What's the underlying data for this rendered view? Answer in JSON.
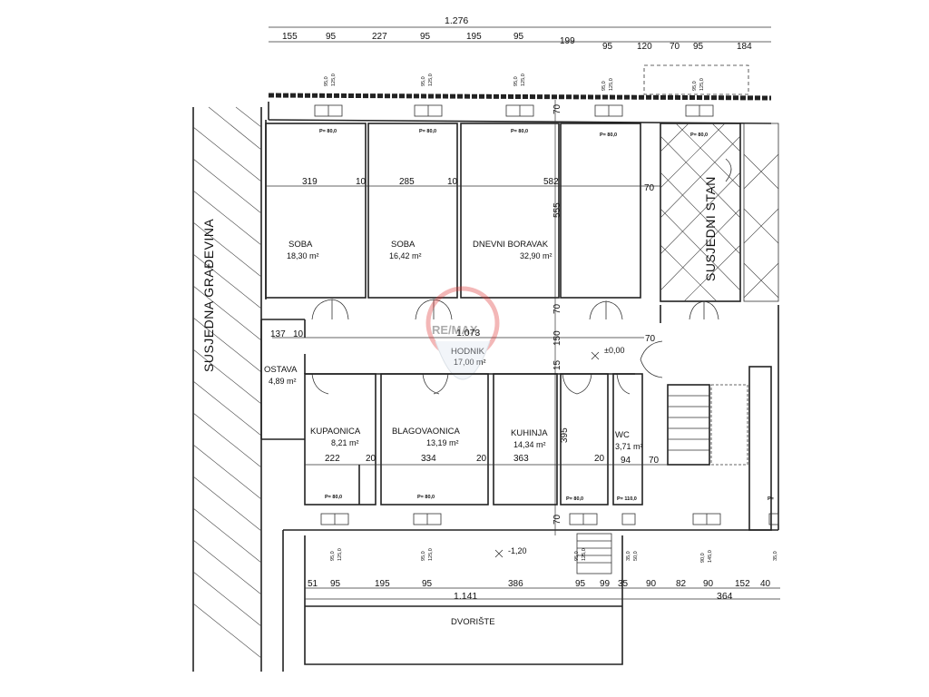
{
  "dimensions": {
    "top_total": "1.276",
    "top_segments": [
      "155",
      "95",
      "227",
      "95",
      "195",
      "95",
      "199",
      "95",
      "120",
      "70",
      "95",
      "184"
    ],
    "bottom_segments": [
      "51",
      "95",
      "195",
      "95",
      "386",
      "95",
      "99",
      "35",
      "90",
      "82",
      "90",
      "152",
      "40"
    ],
    "bottom_total_left": "1.141",
    "bottom_total_right": "364",
    "row_upper": [
      "319",
      "10",
      "285",
      "10",
      "582",
      "70"
    ],
    "row_lower": [
      "222",
      "20",
      "334",
      "20",
      "363",
      "20",
      "94",
      "70"
    ],
    "hall_left": "137",
    "hall_left_gap": "10",
    "hall_span": "1.073",
    "hall_right": "70",
    "vertical": [
      "70",
      "555",
      "70",
      "150",
      "15",
      "395",
      "70"
    ]
  },
  "window_tags": {
    "top_vertical": [
      "95,0",
      "125,0"
    ],
    "top_sill": "P= 80,0",
    "bottom_p_80": "P= 80,0",
    "bottom_p_110": "P= 110,0",
    "bottom_p_small": "P=",
    "bottom_v1": [
      "95,0",
      "125,0"
    ],
    "bottom_v2": [
      "35,0",
      "50,0"
    ],
    "bottom_v3": [
      "90,0",
      "145,0"
    ],
    "bottom_v4": "35,0"
  },
  "rooms": [
    {
      "name": "SOBA",
      "area": "18,30 m²"
    },
    {
      "name": "SOBA",
      "area": "16,42 m²"
    },
    {
      "name": "DNEVNI BORAVAK",
      "area": "32,90 m²"
    },
    {
      "name": "HODNIK",
      "area": "17,00 m²"
    },
    {
      "name": "OSTAVA",
      "area": "4,89 m²"
    },
    {
      "name": "KUPAONICA",
      "area": "8,21 m²"
    },
    {
      "name": "BLAGOVAONICA",
      "area": "13,19 m²"
    },
    {
      "name": "KUHINJA",
      "area": "14,34 m²"
    },
    {
      "name": "WC",
      "area": "3,71 m²"
    }
  ],
  "levels": {
    "inside": "±0,00",
    "outside": "-1,20"
  },
  "labels": {
    "neighbor_building": "SUSJEDNA GRAĐEVINA",
    "neighbor_flat": "SUSJEDNI STAN",
    "yard": "DVORIŠTE"
  },
  "watermark": "RE/MAX"
}
